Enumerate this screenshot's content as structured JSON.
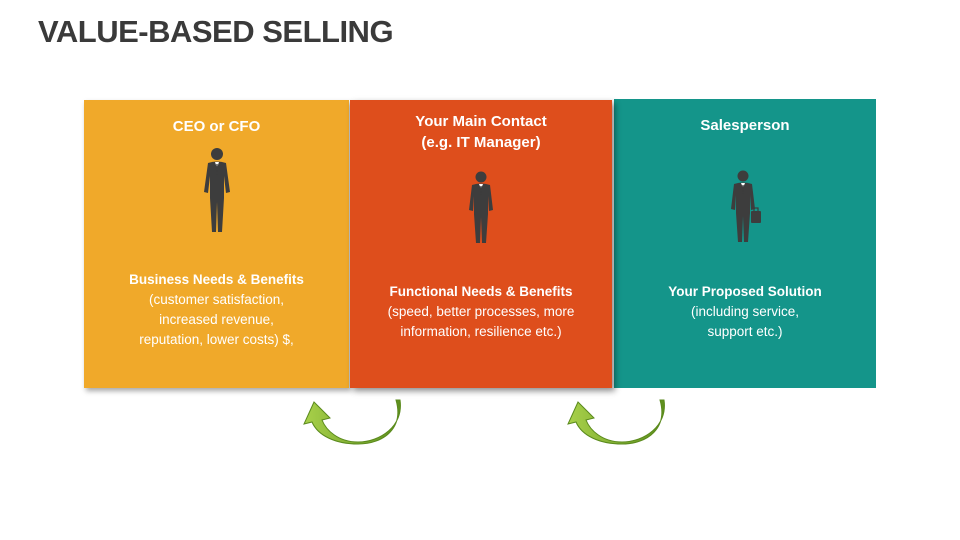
{
  "title": "VALUE-BASED SELLING",
  "colors": {
    "panel1": "#f0a92a",
    "panel2": "#de4e1c",
    "panel3": "#14958a",
    "arrow": "#7db32b",
    "figure": "#3d3d3d"
  },
  "panels": [
    {
      "heading": [
        "CEO or CFO"
      ],
      "icon": "businessman-icon",
      "body_title": "Business Needs & Benefits",
      "body_lines": [
        "(customer satisfaction,",
        "increased revenue,",
        "reputation, lower costs) $,"
      ]
    },
    {
      "heading": [
        "Your Main Contact",
        "(e.g. IT Manager)"
      ],
      "icon": "businessman-icon",
      "body_title": "Functional Needs & Benefits",
      "body_lines": [
        "(speed, better processes, more",
        "information, resilience etc.)"
      ]
    },
    {
      "heading": [
        "Salesperson"
      ],
      "icon": "salesperson-briefcase-icon",
      "body_title": "Your Proposed Solution",
      "body_lines": [
        "(including service,",
        "support etc.)"
      ]
    }
  ],
  "arrows": [
    "curved-arrow-icon",
    "curved-arrow-icon"
  ]
}
